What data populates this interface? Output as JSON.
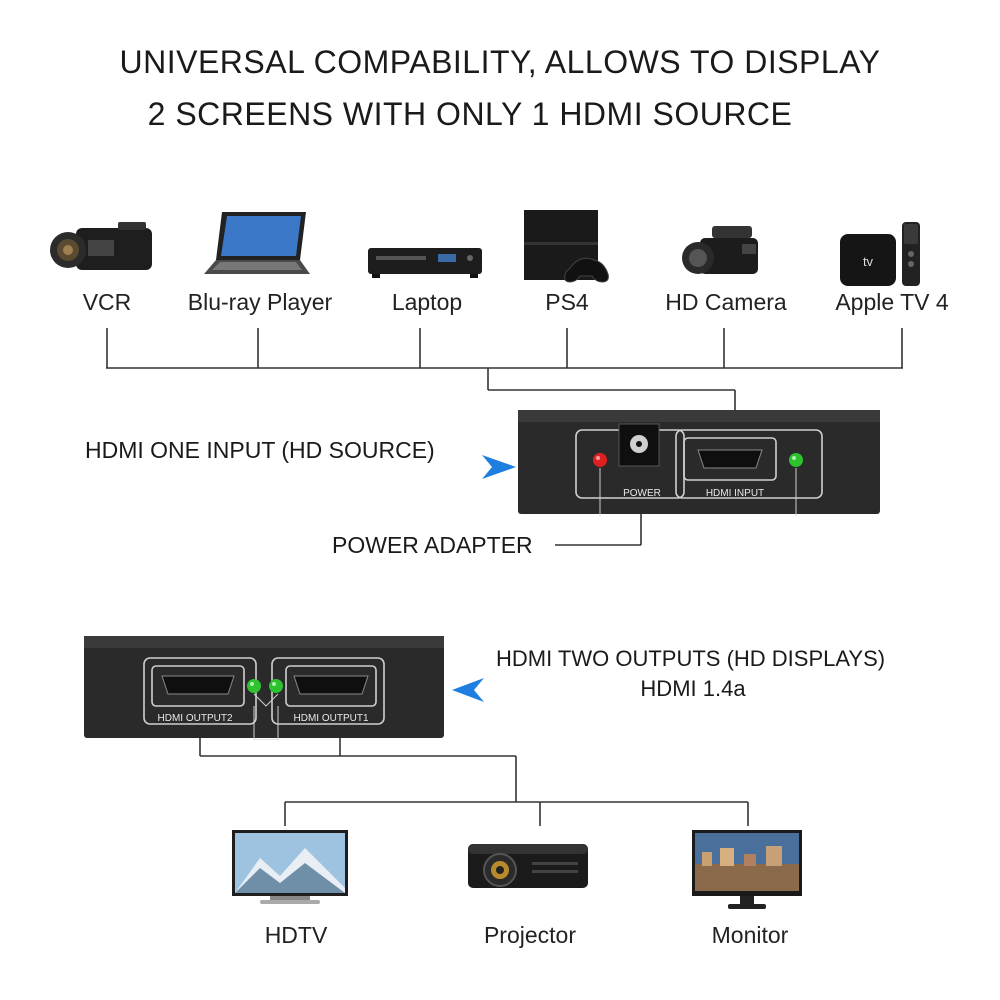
{
  "title": {
    "line1": "UNIVERSAL COMPABILITY, ALLOWS TO  DISPLAY",
    "line2": "2 SCREENS WITH ONLY 1 HDMI SOURCE"
  },
  "sources": [
    {
      "label": "VCR",
      "icon": "camcorder-icon"
    },
    {
      "label": "Blu-ray Player",
      "icon": "laptop-icon"
    },
    {
      "label": "Laptop",
      "icon": "bluray-player-icon"
    },
    {
      "label": "PS4",
      "icon": "ps4-console-icon"
    },
    {
      "label": "HD Camera",
      "icon": "pro-camera-icon"
    },
    {
      "label": "Apple TV 4",
      "icon": "apple-tv-icon"
    }
  ],
  "input_box": {
    "heading": "HDMI ONE INPUT (HD SOURCE)",
    "power_port": "POWER",
    "hdmi_port": "HDMI  INPUT",
    "power_adapter": "POWER ADAPTER"
  },
  "output_box": {
    "heading_line1": "HDMI TWO OUTPUTS (HD DISPLAYS)",
    "heading_line2": "HDMI 1.4a",
    "port2": "HDMI  OUTPUT2",
    "port1": "HDMI  OUTPUT1"
  },
  "displays": [
    {
      "label": "HDTV",
      "icon": "hdtv-icon"
    },
    {
      "label": "Projector",
      "icon": "projector-icon"
    },
    {
      "label": "Monitor",
      "icon": "monitor-icon"
    }
  ],
  "colors": {
    "led_red": "#e02020",
    "led_green": "#2ec22e",
    "arrow_blue": "#1e7fe0",
    "device_body": "#2a2a2a"
  }
}
